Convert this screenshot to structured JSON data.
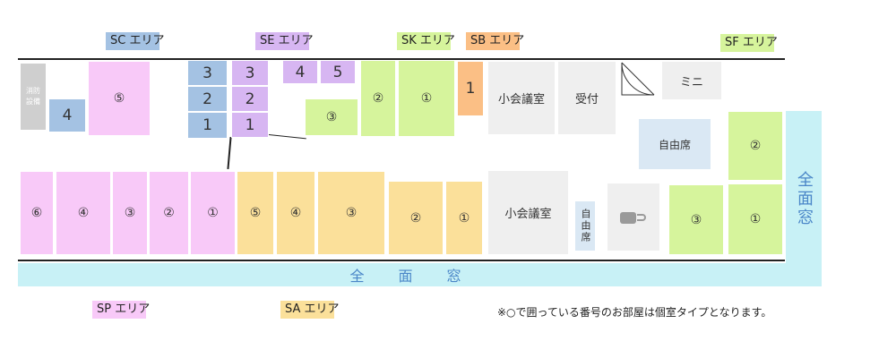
{
  "areas": {
    "sc": "SC エリア",
    "se": "SE エリア",
    "sk": "SK エリア",
    "sb": "SB エリア",
    "sf": "SF エリア",
    "sp": "SP エリア",
    "sa": "SA エリア"
  },
  "rooms": {
    "fire": "消防\n設備",
    "sc4": "4",
    "sp5_top": "⑤",
    "sc3": "3",
    "sc2": "2",
    "sc1": "1",
    "se3": "3",
    "se2": "2",
    "se1": "1",
    "se4": "4",
    "se5": "5",
    "sk3": "③",
    "sk2": "②",
    "sk1": "①",
    "sb1": "1",
    "meeting_small_top": "小会議室",
    "reception": "受付",
    "mini": "ミニ",
    "free_seat_top": "自由席",
    "sf2": "②",
    "sf1": "①",
    "sf3": "③",
    "sp6": "⑥",
    "sp4": "④",
    "sp3": "③",
    "sp2": "②",
    "sp1": "①",
    "sa5": "⑤",
    "sa4": "④",
    "sa3": "③",
    "sa2": "②",
    "sa1": "①",
    "meeting_small_bottom": "小会議室",
    "free_seat_vertical": "自由席"
  },
  "windows": {
    "right": "全面窓",
    "bottom": "全　　面　　窓"
  },
  "icons": {
    "cafe": "coffee-cup-icon",
    "door": "door-swing-icon"
  },
  "note": "※○で囲っている番号のお部屋は個室タイプとなります。"
}
